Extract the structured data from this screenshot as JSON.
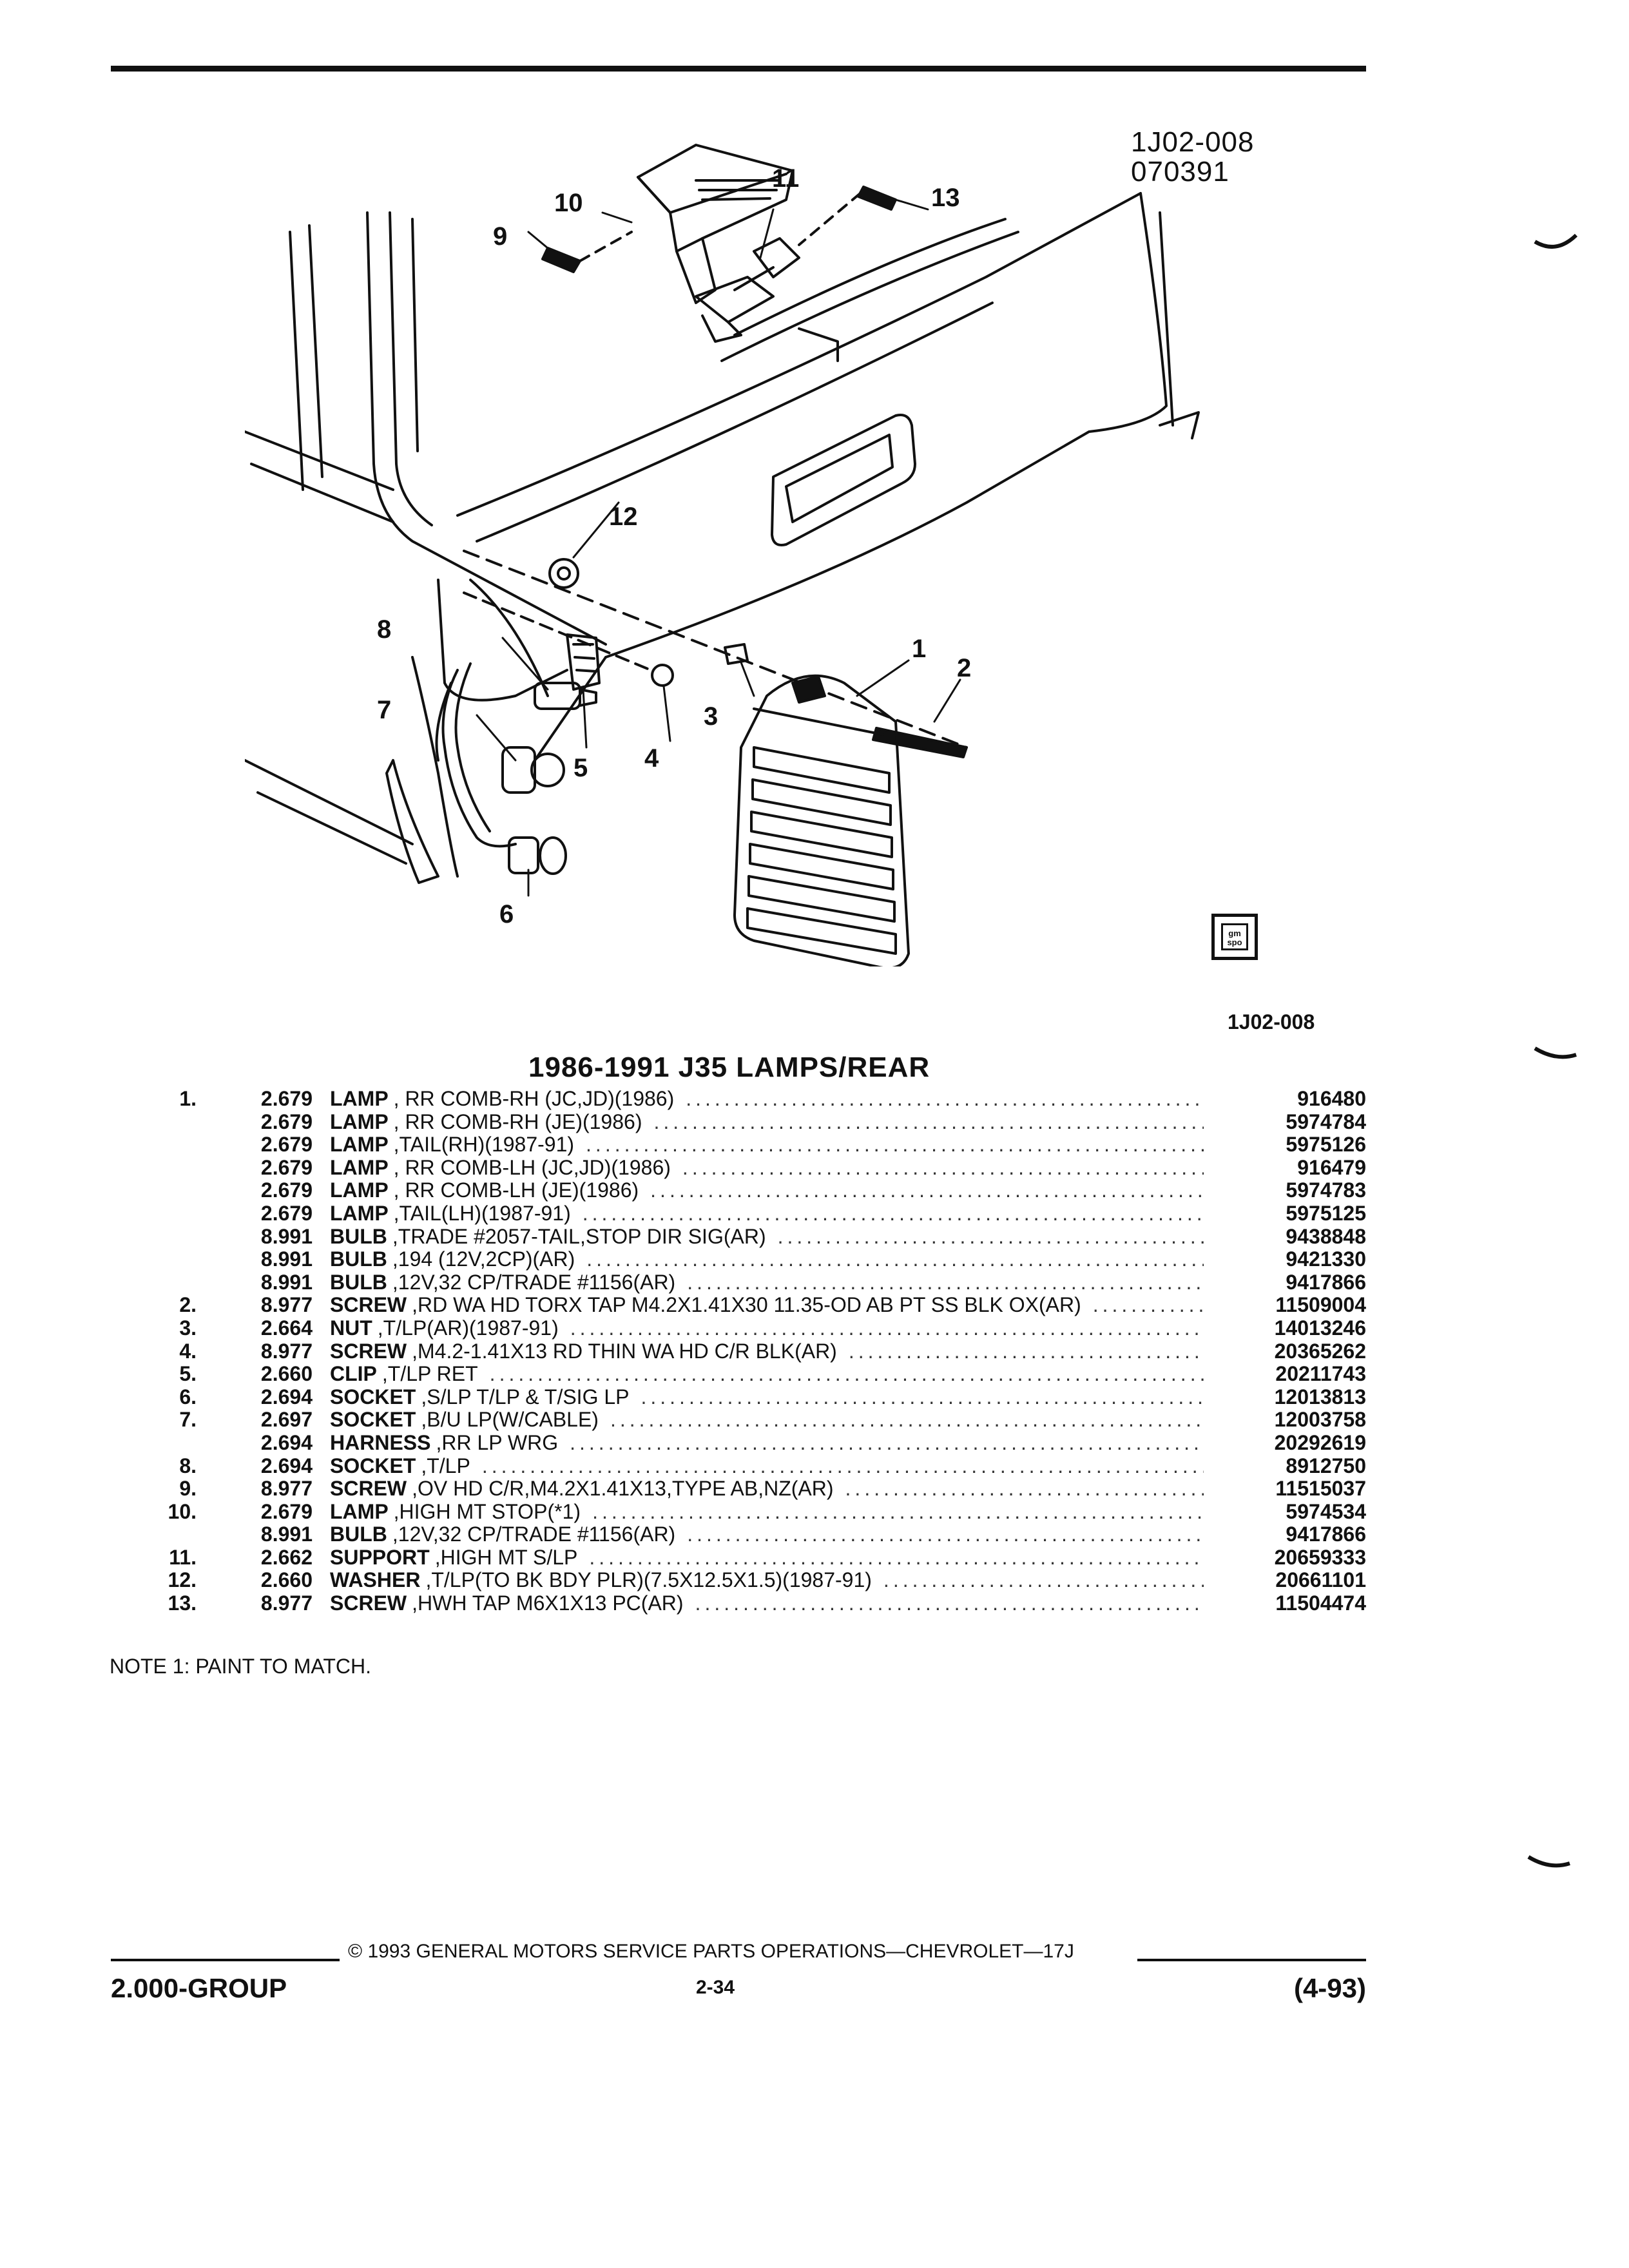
{
  "figure": {
    "code_line1": "1J02-008",
    "code_line2": "070391",
    "code_small": "1J02-008",
    "logo_text": "gm spo",
    "callouts": [
      "1",
      "2",
      "3",
      "4",
      "5",
      "6",
      "7",
      "8",
      "9",
      "10",
      "11",
      "12",
      "13"
    ]
  },
  "section_title": "1986-1991 J35 LAMPS/REAR",
  "parts": [
    {
      "ref": "1.",
      "group": "2.679",
      "name": "LAMP",
      "desc": ", RR COMB-RH (JC,JD)(1986)",
      "pn": "916480"
    },
    {
      "ref": "",
      "group": "2.679",
      "name": "LAMP",
      "desc": ", RR COMB-RH (JE)(1986)",
      "pn": "5974784"
    },
    {
      "ref": "",
      "group": "2.679",
      "name": "LAMP",
      "desc": ",TAIL(RH)(1987-91)",
      "pn": "5975126"
    },
    {
      "ref": "",
      "group": "2.679",
      "name": "LAMP",
      "desc": ", RR COMB-LH (JC,JD)(1986)",
      "pn": "916479"
    },
    {
      "ref": "",
      "group": "2.679",
      "name": "LAMP",
      "desc": ", RR COMB-LH (JE)(1986)",
      "pn": "5974783"
    },
    {
      "ref": "",
      "group": "2.679",
      "name": "LAMP",
      "desc": ",TAIL(LH)(1987-91)",
      "pn": "5975125"
    },
    {
      "ref": "",
      "group": "8.991",
      "name": "BULB",
      "desc": ",TRADE #2057-TAIL,STOP DIR SIG(AR)",
      "pn": "9438848"
    },
    {
      "ref": "",
      "group": "8.991",
      "name": "BULB",
      "desc": ",194 (12V,2CP)(AR)",
      "pn": "9421330"
    },
    {
      "ref": "",
      "group": "8.991",
      "name": "BULB",
      "desc": ",12V,32 CP/TRADE #1156(AR)",
      "pn": "9417866"
    },
    {
      "ref": "2.",
      "group": "8.977",
      "name": "SCREW",
      "desc": ",RD WA HD TORX TAP M4.2X1.41X30 11.35-OD AB PT SS BLK OX(AR)",
      "pn": "11509004"
    },
    {
      "ref": "3.",
      "group": "2.664",
      "name": "NUT",
      "desc": ",T/LP(AR)(1987-91)",
      "pn": "14013246"
    },
    {
      "ref": "4.",
      "group": "8.977",
      "name": "SCREW",
      "desc": ",M4.2-1.41X13 RD THIN WA HD C/R BLK(AR)",
      "pn": "20365262"
    },
    {
      "ref": "5.",
      "group": "2.660",
      "name": "CLIP",
      "desc": ",T/LP RET",
      "pn": "20211743"
    },
    {
      "ref": "6.",
      "group": "2.694",
      "name": "SOCKET",
      "desc": ",S/LP T/LP & T/SIG LP",
      "pn": "12013813"
    },
    {
      "ref": "7.",
      "group": "2.697",
      "name": "SOCKET",
      "desc": ",B/U LP(W/CABLE)",
      "pn": "12003758"
    },
    {
      "ref": "",
      "group": "2.694",
      "name": "HARNESS",
      "desc": ",RR LP WRG",
      "pn": "20292619"
    },
    {
      "ref": "8.",
      "group": "2.694",
      "name": "SOCKET",
      "desc": ",T/LP",
      "pn": "8912750"
    },
    {
      "ref": "9.",
      "group": "8.977",
      "name": "SCREW",
      "desc": ",OV HD C/R,M4.2X1.41X13,TYPE AB,NZ(AR)",
      "pn": "11515037"
    },
    {
      "ref": "10.",
      "group": "2.679",
      "name": "LAMP",
      "desc": ",HIGH MT STOP(*1)",
      "pn": "5974534"
    },
    {
      "ref": "",
      "group": "8.991",
      "name": "BULB",
      "desc": ",12V,32 CP/TRADE #1156(AR)",
      "pn": "9417866"
    },
    {
      "ref": "11.",
      "group": "2.662",
      "name": "SUPPORT",
      "desc": ",HIGH MT S/LP",
      "pn": "20659333"
    },
    {
      "ref": "12.",
      "group": "2.660",
      "name": "WASHER",
      "desc": ",T/LP(TO BK BDY PLR)(7.5X12.5X1.5)(1987-91)",
      "pn": "20661101"
    },
    {
      "ref": "13.",
      "group": "8.977",
      "name": "SCREW",
      "desc": ",HWH TAP M6X1X13 PC(AR)",
      "pn": "11504474"
    }
  ],
  "note": "NOTE  1:  PAINT TO MATCH.",
  "footer": {
    "copyright": "© 1993  GENERAL MOTORS SERVICE PARTS OPERATIONS—CHEVROLET—17J",
    "group": "2.000-GROUP",
    "page": "2-34",
    "date": "(4-93)"
  }
}
